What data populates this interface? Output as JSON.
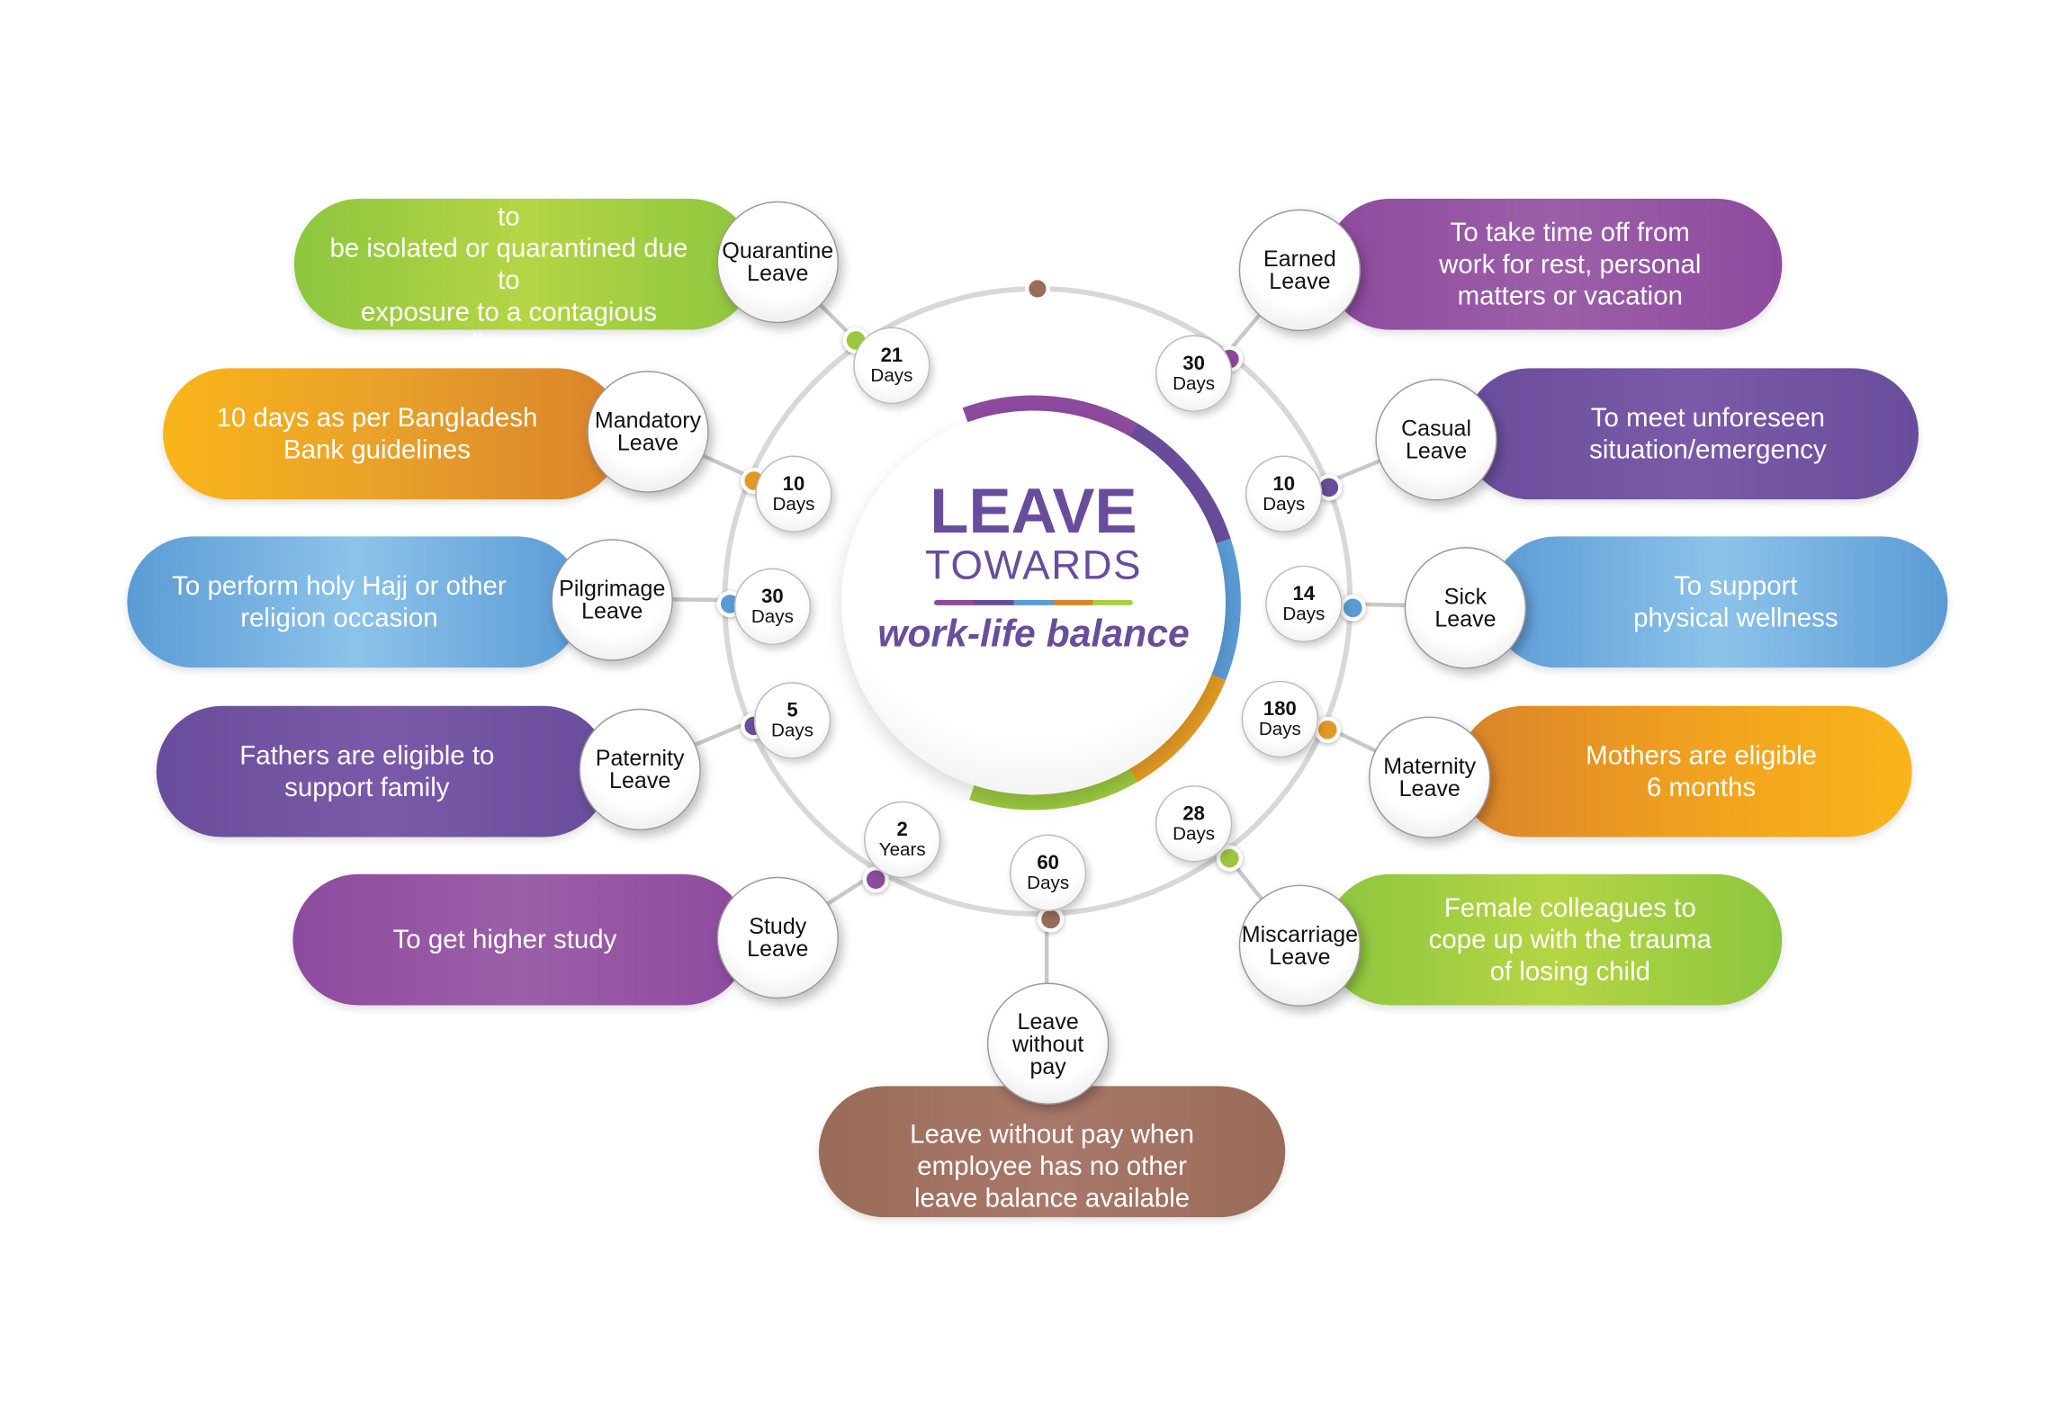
{
  "title": {
    "line1": "LEAVE",
    "line2": "TOWARDS",
    "line3": "work-life balance"
  },
  "leaves": [
    {
      "name": "Quarantine Leave",
      "label": [
        "Quarantine",
        "Leave"
      ],
      "duration": [
        "21",
        "Days"
      ],
      "description": [
        "When staff is officially required to",
        "be isolated or quarantined due to",
        "exposure to a contagious disease"
      ],
      "color": "#9bc83f"
    },
    {
      "name": "Mandatory Leave",
      "label": [
        "Mandatory",
        "Leave"
      ],
      "duration": [
        "10",
        "Days"
      ],
      "description": [
        "10 days as per Bangladesh",
        "Bank guidelines"
      ],
      "color": "#e39a24"
    },
    {
      "name": "Pilgrimage Leave",
      "label": [
        "Pilgrimage",
        "Leave"
      ],
      "duration": [
        "30",
        "Days"
      ],
      "description": [
        "To perform holy Hajj or other",
        "religion occasion"
      ],
      "color": "#5b9bd5"
    },
    {
      "name": "Paternity Leave",
      "label": [
        "Paternity",
        "Leave"
      ],
      "duration": [
        "5",
        "Days"
      ],
      "description": [
        "Fathers are eligible to",
        "support family"
      ],
      "color": "#6a4c9c"
    },
    {
      "name": "Study Leave",
      "label": [
        "Study",
        "Leave"
      ],
      "duration": [
        "2",
        "Years"
      ],
      "description": [
        "To get higher study"
      ],
      "color": "#8e4a9e"
    },
    {
      "name": "Leave without pay",
      "label": [
        "Leave",
        "without",
        "pay"
      ],
      "duration": [
        "60",
        "Days"
      ],
      "description": [
        "Leave without pay when",
        "employee has no other",
        "leave balance available"
      ],
      "color": "#9a6b58"
    },
    {
      "name": "Earned Leave",
      "label": [
        "Earned",
        "Leave"
      ],
      "duration": [
        "30",
        "Days"
      ],
      "description": [
        "To take time off from",
        "work for rest, personal",
        "matters or vacation"
      ],
      "color": "#8e4a9e"
    },
    {
      "name": "Casual Leave",
      "label": [
        "Casual",
        "Leave"
      ],
      "duration": [
        "10",
        "Days"
      ],
      "description": [
        "To meet unforeseen",
        "situation/emergency"
      ],
      "color": "#6a4c9c"
    },
    {
      "name": "Sick Leave",
      "label": [
        "Sick",
        "Leave"
      ],
      "duration": [
        "14",
        "Days"
      ],
      "description": [
        "To support",
        "physical wellness"
      ],
      "color": "#5b9bd5"
    },
    {
      "name": "Maternity Leave",
      "label": [
        "Maternity",
        "Leave"
      ],
      "duration": [
        "180",
        "Days"
      ],
      "description": [
        "Mothers are eligible",
        "6 months"
      ],
      "color": "#e39a24"
    },
    {
      "name": "Miscarriage Leave",
      "label": [
        "Miscarriage",
        "Leave"
      ],
      "duration": [
        "28",
        "Days"
      ],
      "description": [
        "Female colleagues to",
        "cope up with the trauma",
        "of losing child"
      ],
      "color": "#9bc83f"
    }
  ],
  "accent_colors": {
    "purple": "#8e4a9e",
    "violet": "#6a4c9c",
    "blue": "#5b9bd5",
    "orange": "#e39a24",
    "green": "#9bc83f",
    "brown": "#9a6b58"
  }
}
